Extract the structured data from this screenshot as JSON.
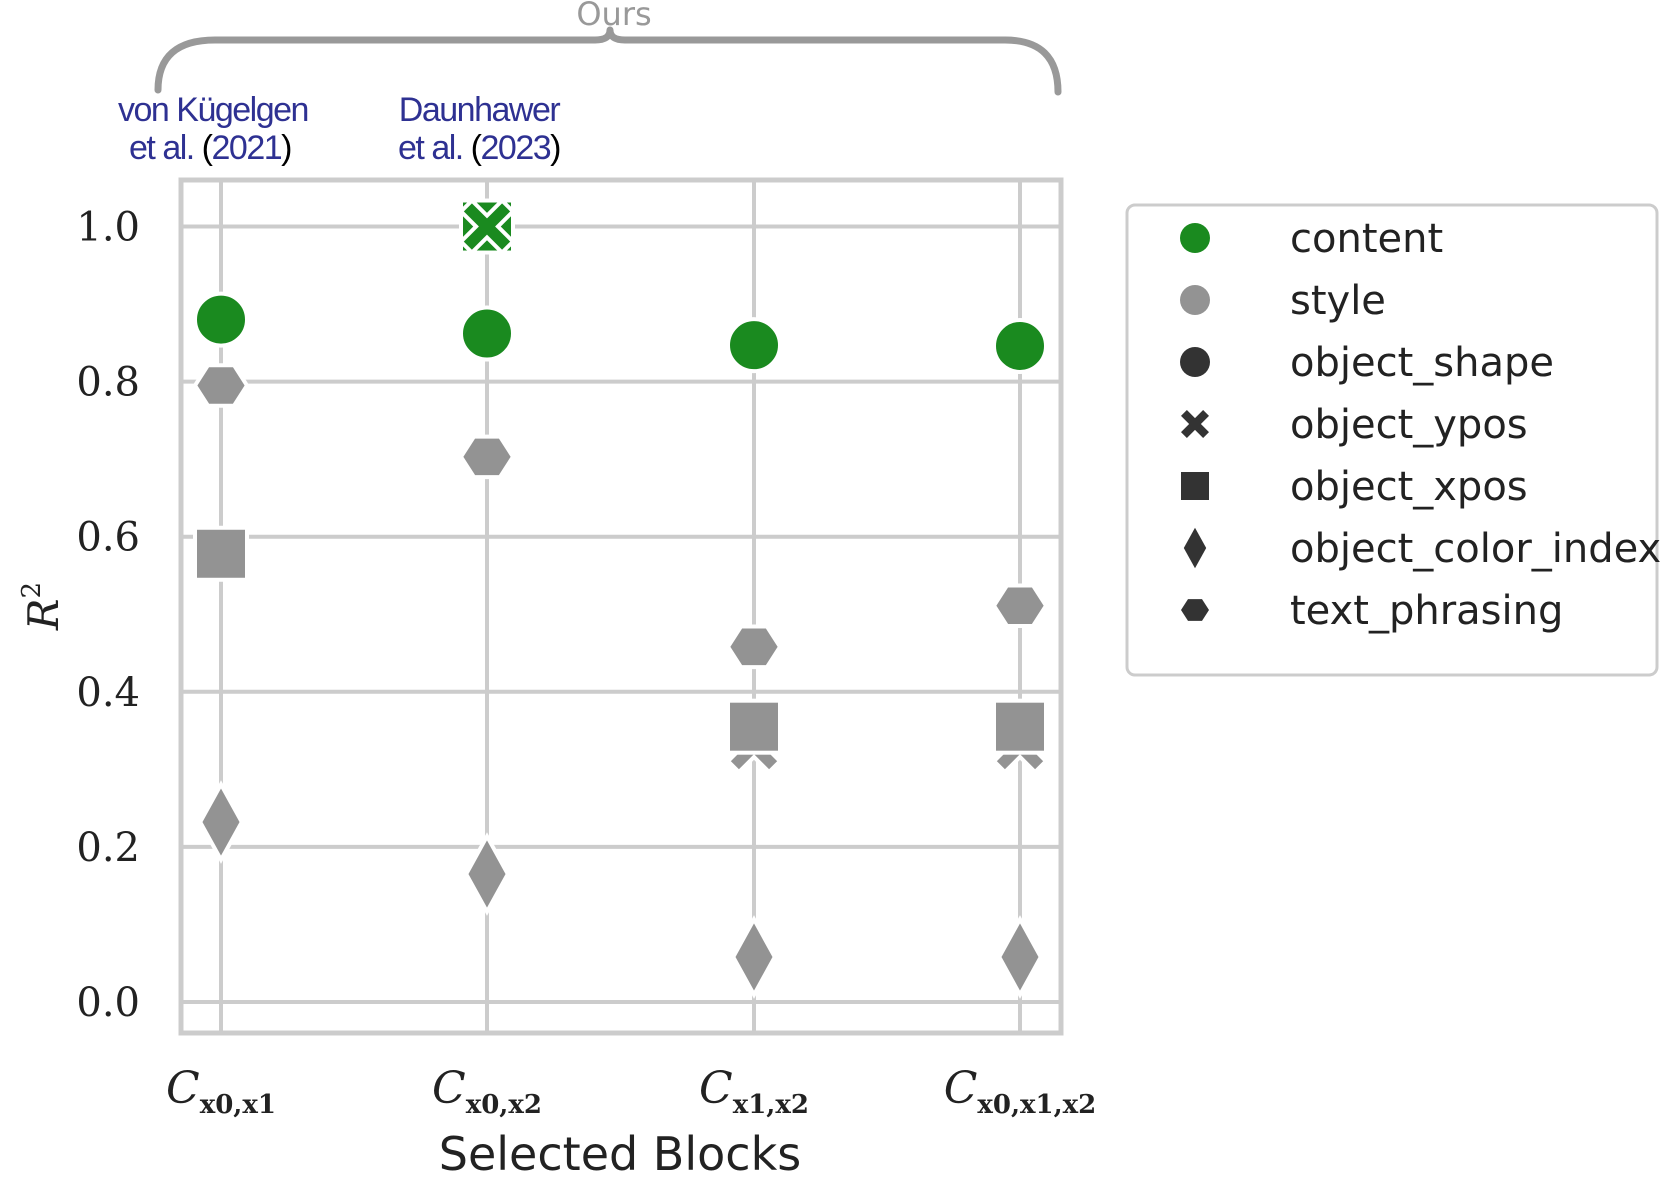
{
  "chart_data": {
    "type": "scatter",
    "xlabel": "Selected Blocks",
    "ylabel": "R",
    "ylabel_sup": "2",
    "ylim": [
      -0.04,
      1.06
    ],
    "yticks": [
      0.0,
      0.2,
      0.4,
      0.6,
      0.8,
      1.0
    ],
    "ytick_labels": [
      "0.0",
      "0.2",
      "0.4",
      "0.6",
      "0.8",
      "1.0"
    ],
    "grid": true,
    "legend_position": "right, outside plot",
    "categories": [
      {
        "base": "C",
        "sub": "x0,x1"
      },
      {
        "base": "C",
        "sub": "x0,x2"
      },
      {
        "base": "C",
        "sub": "x1,x2"
      },
      {
        "base": "C",
        "sub": "x0,x1,x2"
      }
    ],
    "colors": {
      "content": "#1a8a1f",
      "style": "#939393",
      "legend_marker": "#333333"
    },
    "legend": [
      {
        "label": "content",
        "marker": "circle",
        "color": "#1a8a1f"
      },
      {
        "label": "style",
        "marker": "circle",
        "color": "#939393"
      },
      {
        "label": "object_shape",
        "marker": "circle",
        "color": "#333333"
      },
      {
        "label": "object_ypos",
        "marker": "x",
        "color": "#333333"
      },
      {
        "label": "object_xpos",
        "marker": "square",
        "color": "#333333"
      },
      {
        "label": "object_color_index",
        "marker": "diamond",
        "color": "#333333"
      },
      {
        "label": "text_phrasing",
        "marker": "hexagon",
        "color": "#333333"
      }
    ],
    "points": [
      {
        "x": 0,
        "variable": "object_shape",
        "group": "content",
        "y": 0.88
      },
      {
        "x": 0,
        "variable": "object_ypos",
        "group": "content",
        "y": 0.88
      },
      {
        "x": 0,
        "variable": "text_phrasing",
        "group": "style",
        "y": 0.795
      },
      {
        "x": 0,
        "variable": "object_xpos",
        "group": "style",
        "y": 0.578
      },
      {
        "x": 0,
        "variable": "object_color_index",
        "group": "style",
        "y": 0.232
      },
      {
        "x": 1,
        "variable": "object_xpos",
        "group": "content",
        "y": 1.0
      },
      {
        "x": 1,
        "variable": "object_ypos",
        "group": "content",
        "y": 1.0
      },
      {
        "x": 1,
        "variable": "object_shape",
        "group": "content",
        "y": 0.862
      },
      {
        "x": 1,
        "variable": "text_phrasing",
        "group": "style",
        "y": 0.703
      },
      {
        "x": 1,
        "variable": "object_color_index",
        "group": "style",
        "y": 0.165
      },
      {
        "x": 2,
        "variable": "object_shape",
        "group": "content",
        "y": 0.847
      },
      {
        "x": 2,
        "variable": "text_phrasing",
        "group": "style",
        "y": 0.458
      },
      {
        "x": 2,
        "variable": "object_ypos",
        "group": "style",
        "y": 0.33
      },
      {
        "x": 2,
        "variable": "object_xpos",
        "group": "style",
        "y": 0.355
      },
      {
        "x": 2,
        "variable": "object_color_index",
        "group": "style",
        "y": 0.058
      },
      {
        "x": 3,
        "variable": "object_shape",
        "group": "content",
        "y": 0.846
      },
      {
        "x": 3,
        "variable": "text_phrasing",
        "group": "style",
        "y": 0.511
      },
      {
        "x": 3,
        "variable": "object_ypos",
        "group": "style",
        "y": 0.33
      },
      {
        "x": 3,
        "variable": "object_xpos",
        "group": "style",
        "y": 0.355
      },
      {
        "x": 3,
        "variable": "object_color_index",
        "group": "style",
        "y": 0.058
      }
    ]
  },
  "annotations": {
    "brace_label": "Ours",
    "citation_1": {
      "line1": "von Kügelgen",
      "line2_prefix": "et al.",
      "line2_year": "2021"
    },
    "citation_2": {
      "line1": "Daunhawer",
      "line2_prefix": "et al.",
      "line2_year": "2023"
    },
    "citation_color": "#2e3192"
  }
}
